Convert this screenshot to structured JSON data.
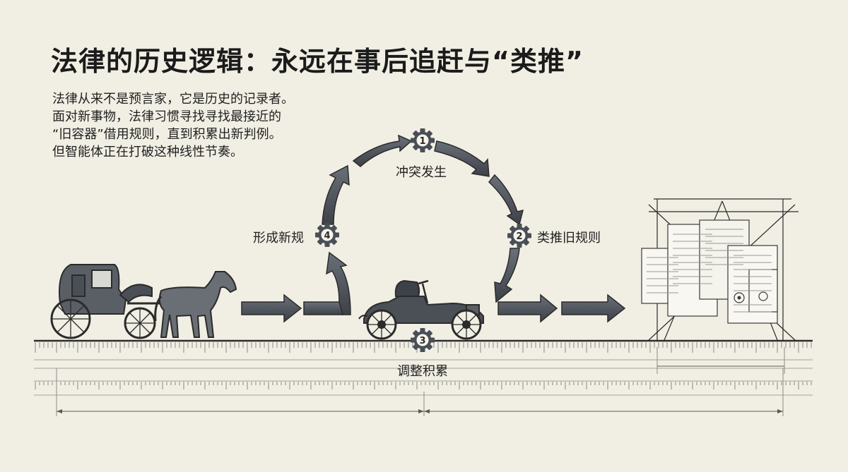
{
  "title": "法律的历史逻辑：永远在事后追赶与“类推”",
  "description": [
    "法律从来不是预言家，它是历史的记录者。",
    "面对新事物，法律习惯寻找寻找最接近的",
    "“旧容器”借用规则，直到积累出新判例。",
    "但智能体正在打破这种线性节奏。"
  ],
  "cycle": {
    "steps": [
      {
        "number": "1",
        "label": "冲突发生"
      },
      {
        "number": "2",
        "label": "类推旧规则"
      },
      {
        "number": "3",
        "label": "调整积累"
      },
      {
        "number": "4",
        "label": "形成新规"
      }
    ]
  },
  "icons": {
    "carriage": "horse-carriage-icon",
    "car": "early-automobile-icon",
    "documents": "legal-documents-stack-icon",
    "gear": "gear-icon"
  },
  "colors": {
    "background": "#f1efe4",
    "arrow": "#4a4f57",
    "ink": "#1f1f1f"
  }
}
